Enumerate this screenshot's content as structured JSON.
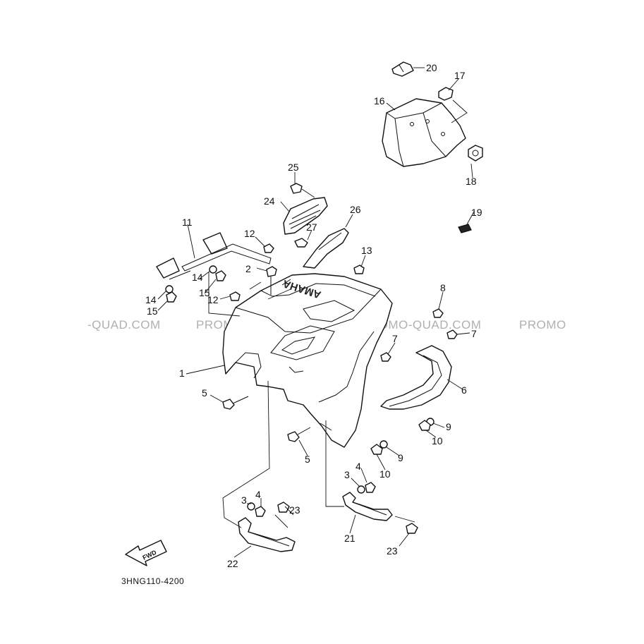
{
  "diagram": {
    "code": "3HNG110-4200",
    "fwd_label": "FWD",
    "brand_text": "AMAHA",
    "watermarks": [
      "-QUAD.COM",
      "PROMO-QUAD.COM",
      "PROMO-QUAD.COM",
      "PROMO"
    ],
    "callouts": [
      {
        "id": "c1",
        "label": "1"
      },
      {
        "id": "c2",
        "label": "2"
      },
      {
        "id": "c3a",
        "label": "3"
      },
      {
        "id": "c3b",
        "label": "3"
      },
      {
        "id": "c4a",
        "label": "4"
      },
      {
        "id": "c4b",
        "label": "4"
      },
      {
        "id": "c5a",
        "label": "5"
      },
      {
        "id": "c5b",
        "label": "5"
      },
      {
        "id": "c6",
        "label": "6"
      },
      {
        "id": "c7a",
        "label": "7"
      },
      {
        "id": "c7b",
        "label": "7"
      },
      {
        "id": "c8",
        "label": "8"
      },
      {
        "id": "c9a",
        "label": "9"
      },
      {
        "id": "c9b",
        "label": "9"
      },
      {
        "id": "c10a",
        "label": "10"
      },
      {
        "id": "c10b",
        "label": "10"
      },
      {
        "id": "c11",
        "label": "11"
      },
      {
        "id": "c12a",
        "label": "12"
      },
      {
        "id": "c12b",
        "label": "12"
      },
      {
        "id": "c13",
        "label": "13"
      },
      {
        "id": "c14a",
        "label": "14"
      },
      {
        "id": "c14b",
        "label": "14"
      },
      {
        "id": "c15a",
        "label": "15"
      },
      {
        "id": "c15b",
        "label": "15"
      },
      {
        "id": "c16",
        "label": "16"
      },
      {
        "id": "c17",
        "label": "17"
      },
      {
        "id": "c18",
        "label": "18"
      },
      {
        "id": "c19",
        "label": "19"
      },
      {
        "id": "c20",
        "label": "20"
      },
      {
        "id": "c21",
        "label": "21"
      },
      {
        "id": "c22",
        "label": "22"
      },
      {
        "id": "c23a",
        "label": "23"
      },
      {
        "id": "c23b",
        "label": "23"
      },
      {
        "id": "c24",
        "label": "24"
      },
      {
        "id": "c25",
        "label": "25"
      },
      {
        "id": "c26",
        "label": "26"
      },
      {
        "id": "c27",
        "label": "27"
      }
    ]
  }
}
